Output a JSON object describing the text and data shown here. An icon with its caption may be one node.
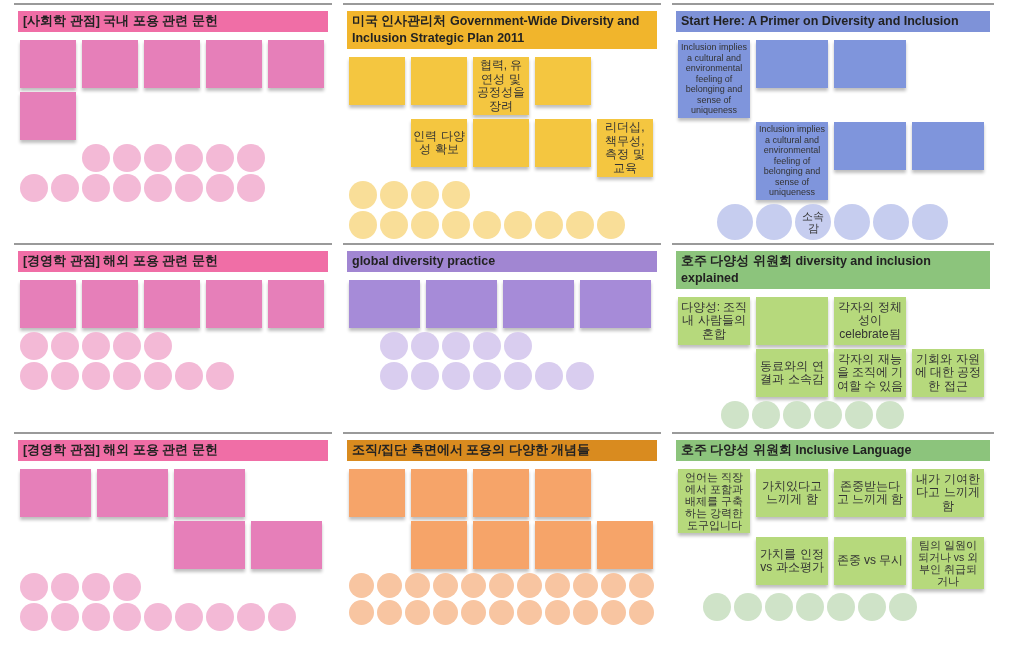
{
  "diagram": {
    "nodes": [
      {
        "text": [
          "[사회학 관점] 국내 포용 관련 문헌"
        ]
      },
      {
        "text": [],
        "shape": "box"
      },
      {
        "text": [],
        "shape": "box"
      },
      {
        "text": [],
        "shape": "box"
      },
      {
        "text": [],
        "shape": "box"
      },
      {
        "text": [],
        "shape": "box"
      },
      {
        "text": [],
        "shape": "box"
      },
      {
        "text": [],
        "shape": "circle"
      },
      {
        "text": [],
        "shape": "circle"
      },
      {
        "text": [],
        "shape": "circle"
      },
      {
        "text": [],
        "shape": "circle"
      },
      {
        "text": [],
        "shape": "circle"
      },
      {
        "text": [],
        "shape": "circle"
      },
      {
        "text": [],
        "shape": "circle"
      },
      {
        "text": [],
        "shape": "circle"
      },
      {
        "text": [],
        "shape": "circle"
      },
      {
        "text": [],
        "shape": "circle"
      },
      {
        "text": [],
        "shape": "circle"
      },
      {
        "text": [],
        "shape": "circle"
      },
      {
        "text": [],
        "shape": "circle"
      },
      {
        "text": [],
        "shape": "circle"
      },
      {
        "text": [
          "미국 인사관리처 Government-Wide Diversity and Inclusion Strategic Plan 2011"
        ]
      },
      {
        "text": [],
        "shape": "box"
      },
      {
        "text": [],
        "shape": "box"
      },
      {
        "text": [
          "협력, 유연성 및 공정성을 장려"
        ]
      },
      {
        "text": [],
        "shape": "box"
      },
      {
        "text": [
          "인력 다양성 확보"
        ]
      },
      {
        "text": [],
        "shape": "box"
      },
      {
        "text": [],
        "shape": "box"
      },
      {
        "text": [
          "리더십, 책무성, 측정 및 교육"
        ]
      },
      {
        "text": [],
        "shape": "circle"
      },
      {
        "text": [],
        "shape": "circle"
      },
      {
        "text": [],
        "shape": "circle"
      },
      {
        "text": [],
        "shape": "circle"
      },
      {
        "text": [],
        "shape": "circle"
      },
      {
        "text": [],
        "shape": "circle"
      },
      {
        "text": [],
        "shape": "circle"
      },
      {
        "text": [],
        "shape": "circle"
      },
      {
        "text": [],
        "shape": "circle"
      },
      {
        "text": [],
        "shape": "circle"
      },
      {
        "text": [],
        "shape": "circle"
      },
      {
        "text": [],
        "shape": "circle"
      },
      {
        "text": [],
        "shape": "circle"
      },
      {
        "text": [
          "Start Here: A Primer on Diversity and Inclusion"
        ]
      },
      {
        "text": [
          "Inclusion implies a cultural and environmental feeling of belonging and sense of uniqueness"
        ]
      },
      {
        "text": [],
        "shape": "box"
      },
      {
        "text": [],
        "shape": "box"
      },
      {
        "text": [
          "Inclusion implies a cultural and environmental feeling of belonging and sense of uniqueness"
        ]
      },
      {
        "text": [],
        "shape": "box"
      },
      {
        "text": [],
        "shape": "box"
      },
      {
        "text": [],
        "shape": "circle"
      },
      {
        "text": [],
        "shape": "circle"
      },
      {
        "text": [
          "소속감"
        ]
      },
      {
        "text": [],
        "shape": "circle"
      },
      {
        "text": [],
        "shape": "circle"
      },
      {
        "text": [],
        "shape": "circle"
      },
      {
        "text": [
          "[경영학 관점] 해외 포용 관련 문헌"
        ]
      },
      {
        "text": [],
        "shape": "box"
      },
      {
        "text": [],
        "shape": "box"
      },
      {
        "text": [],
        "shape": "box"
      },
      {
        "text": [],
        "shape": "box"
      },
      {
        "text": [],
        "shape": "box"
      },
      {
        "text": [],
        "shape": "circle"
      },
      {
        "text": [],
        "shape": "circle"
      },
      {
        "text": [],
        "shape": "circle"
      },
      {
        "text": [],
        "shape": "circle"
      },
      {
        "text": [],
        "shape": "circle"
      },
      {
        "text": [],
        "shape": "circle"
      },
      {
        "text": [],
        "shape": "circle"
      },
      {
        "text": [],
        "shape": "circle"
      },
      {
        "text": [],
        "shape": "circle"
      },
      {
        "text": [],
        "shape": "circle"
      },
      {
        "text": [],
        "shape": "circle"
      },
      {
        "text": [],
        "shape": "circle"
      },
      {
        "text": [
          "global diversity practice"
        ]
      },
      {
        "text": [],
        "shape": "box"
      },
      {
        "text": [],
        "shape": "box"
      },
      {
        "text": [],
        "shape": "box"
      },
      {
        "text": [],
        "shape": "box"
      },
      {
        "text": [],
        "shape": "circle"
      },
      {
        "text": [],
        "shape": "circle"
      },
      {
        "text": [],
        "shape": "circle"
      },
      {
        "text": [],
        "shape": "circle"
      },
      {
        "text": [],
        "shape": "circle"
      },
      {
        "text": [],
        "shape": "circle"
      },
      {
        "text": [],
        "shape": "circle"
      },
      {
        "text": [],
        "shape": "circle"
      },
      {
        "text": [],
        "shape": "circle"
      },
      {
        "text": [],
        "shape": "circle"
      },
      {
        "text": [],
        "shape": "circle"
      },
      {
        "text": [],
        "shape": "circle"
      },
      {
        "text": [
          "호주 다양성 위원회 diversity and inclusion explained"
        ]
      },
      {
        "text": [
          "다양성: 조직 내 사람들의 혼합"
        ]
      },
      {
        "text": [],
        "shape": "box"
      },
      {
        "text": [
          "각자의 정체성이 celebrate됨"
        ]
      },
      {
        "text": [
          "동료와의 연결과 소속감"
        ]
      },
      {
        "text": [
          "각자의 재능을 조직에 기여할 수 있음"
        ]
      },
      {
        "text": [
          "기회와 자원에 대한 공정한 접근"
        ]
      },
      {
        "text": [],
        "shape": "circle"
      },
      {
        "text": [],
        "shape": "circle"
      },
      {
        "text": [],
        "shape": "circle"
      },
      {
        "text": [],
        "shape": "circle"
      },
      {
        "text": [],
        "shape": "circle"
      },
      {
        "text": [],
        "shape": "circle"
      },
      {
        "text": [
          "[경영학 관점] 해외 포용 관련 문헌"
        ]
      },
      {
        "text": [],
        "shape": "box"
      },
      {
        "text": [],
        "shape": "box"
      },
      {
        "text": [],
        "shape": "box"
      },
      {
        "text": [],
        "shape": "box"
      },
      {
        "text": [],
        "shape": "box"
      },
      {
        "text": [],
        "shape": "circle"
      },
      {
        "text": [],
        "shape": "circle"
      },
      {
        "text": [],
        "shape": "circle"
      },
      {
        "text": [],
        "shape": "circle"
      },
      {
        "text": [],
        "shape": "circle"
      },
      {
        "text": [],
        "shape": "circle"
      },
      {
        "text": [],
        "shape": "circle"
      },
      {
        "text": [],
        "shape": "circle"
      },
      {
        "text": [],
        "shape": "circle"
      },
      {
        "text": [],
        "shape": "circle"
      },
      {
        "text": [],
        "shape": "circle"
      },
      {
        "text": [],
        "shape": "circle"
      },
      {
        "text": [],
        "shape": "circle"
      },
      {
        "text": [
          "조직/집단 측면에서 포용의 다양한 개념들"
        ]
      },
      {
        "text": [],
        "shape": "box"
      },
      {
        "text": [],
        "shape": "box"
      },
      {
        "text": [],
        "shape": "box"
      },
      {
        "text": [],
        "shape": "box"
      },
      {
        "text": [],
        "shape": "box"
      },
      {
        "text": [],
        "shape": "box"
      },
      {
        "text": [],
        "shape": "box"
      },
      {
        "text": [],
        "shape": "box"
      },
      {
        "text": [],
        "shape": "circle"
      },
      {
        "text": [],
        "shape": "circle"
      },
      {
        "text": [],
        "shape": "circle"
      },
      {
        "text": [],
        "shape": "circle"
      },
      {
        "text": [],
        "shape": "circle"
      },
      {
        "text": [],
        "shape": "circle"
      },
      {
        "text": [],
        "shape": "circle"
      },
      {
        "text": [],
        "shape": "circle"
      },
      {
        "text": [],
        "shape": "circle"
      },
      {
        "text": [],
        "shape": "circle"
      },
      {
        "text": [],
        "shape": "circle"
      },
      {
        "text": [],
        "shape": "circle"
      },
      {
        "text": [],
        "shape": "circle"
      },
      {
        "text": [],
        "shape": "circle"
      },
      {
        "text": [],
        "shape": "circle"
      },
      {
        "text": [],
        "shape": "circle"
      },
      {
        "text": [],
        "shape": "circle"
      },
      {
        "text": [],
        "shape": "circle"
      },
      {
        "text": [],
        "shape": "circle"
      },
      {
        "text": [],
        "shape": "circle"
      },
      {
        "text": [],
        "shape": "circle"
      },
      {
        "text": [],
        "shape": "circle"
      },
      {
        "text": [
          "호주 다양성 위원회 Inclusive Language"
        ]
      },
      {
        "text": [
          "언어는 직장에서 포함과 배제를 구축하는 강력한 도구입니다"
        ]
      },
      {
        "text": [
          "가치있다고 느끼게 함"
        ]
      },
      {
        "text": [
          "존중받는다고 느끼게 함"
        ]
      },
      {
        "text": [
          "내가 기여한다고 느끼게 함"
        ]
      },
      {
        "text": [
          "가치를 인정 vs 과소평가"
        ]
      },
      {
        "text": [
          "존중 vs 무시"
        ]
      },
      {
        "text": [
          "팀의 일원이 되거나 vs 외부인 취급되거나"
        ]
      },
      {
        "text": [],
        "shape": "circle"
      },
      {
        "text": [],
        "shape": "circle"
      },
      {
        "text": [],
        "shape": "circle"
      },
      {
        "text": [],
        "shape": "circle"
      },
      {
        "text": [],
        "shape": "circle"
      },
      {
        "text": [],
        "shape": "circle"
      },
      {
        "text": [],
        "shape": "circle"
      }
    ]
  }
}
